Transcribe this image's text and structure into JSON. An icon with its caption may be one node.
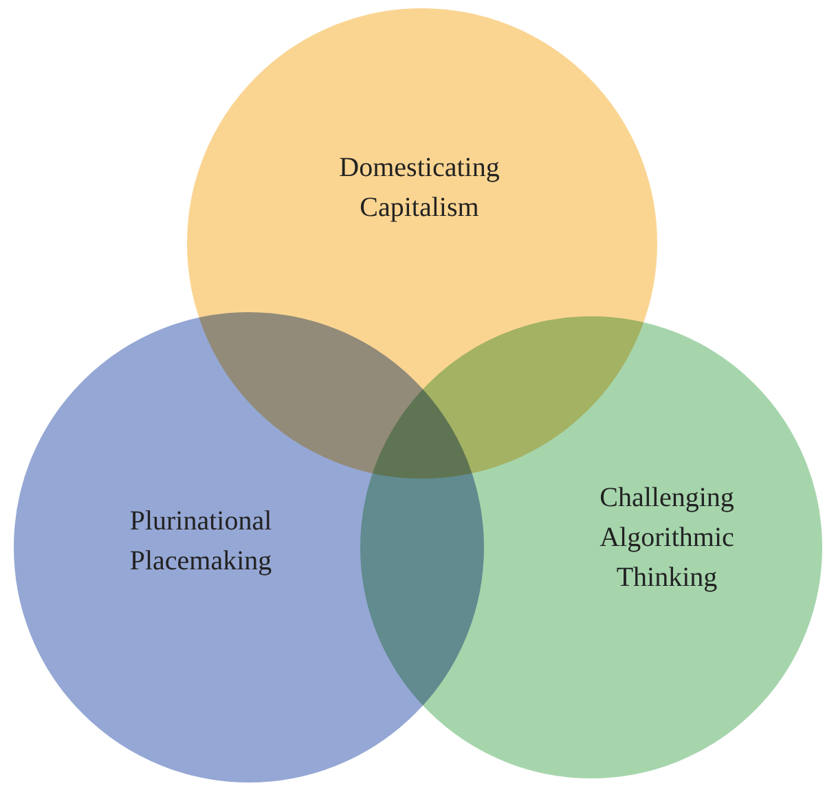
{
  "diagram": {
    "nodes": [
      {
        "text": [
          "Domesticating Capitalism"
        ]
      },
      {
        "text": [
          "Plurinational Placemaking"
        ]
      },
      {
        "text": [
          "Challenging Algorithmic Thinking"
        ]
      }
    ]
  }
}
